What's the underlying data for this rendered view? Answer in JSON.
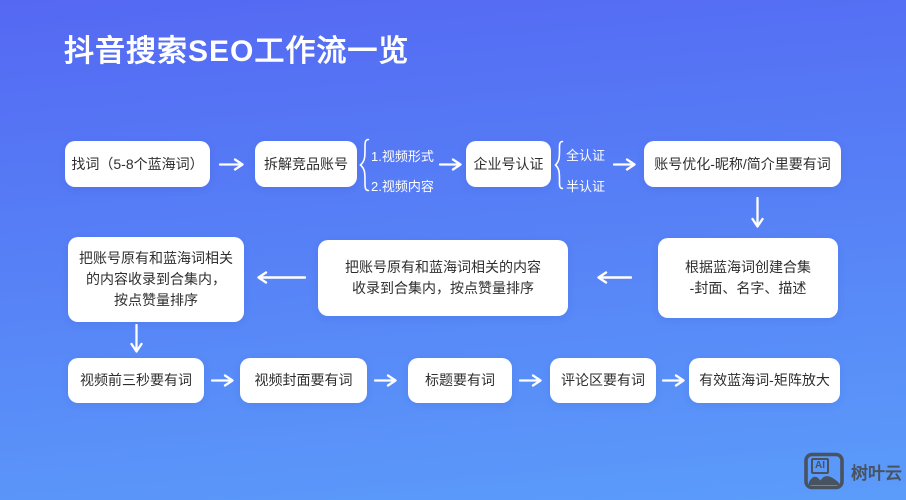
{
  "title": "抖音搜索SEO工作流一览",
  "flow": {
    "r1b1": "找词（5-8个蓝海词）",
    "r1b2": "拆解竞品账号",
    "r1branch1_item1": "1.视频形式",
    "r1branch1_item2": "2.视频内容",
    "r1b3": "企业号认证",
    "r1branch2_item1": "全认证",
    "r1branch2_item2": "半认证",
    "r1b4": "账号优化-昵称/简介里要有词",
    "r2right_line1": "根据蓝海词创建合集",
    "r2right_line2": "-封面、名字、描述",
    "r2mid_line1": "把账号原有和蓝海词相关的内容",
    "r2mid_line2": "收录到合集内，按点赞量排序",
    "r2left_line1": "把账号原有和蓝海词相关",
    "r2left_line2": "的内容收录到合集内，",
    "r2left_line3": "按点赞量排序",
    "r3b1": "视频前三秒要有词",
    "r3b2": "视频封面要有词",
    "r3b3": "标题要有词",
    "r3b4": "评论区要有词",
    "r3b5": "有效蓝海词-矩阵放大"
  },
  "logo": {
    "icon_label": "AI",
    "text": "树叶云"
  },
  "colors": {
    "bg_top": "#5568f2",
    "bg_bottom": "#5b9cfa",
    "box_bg": "#ffffff",
    "box_text": "#2e2e2e",
    "arrow": "#ffffff",
    "logo": "#49535f"
  }
}
